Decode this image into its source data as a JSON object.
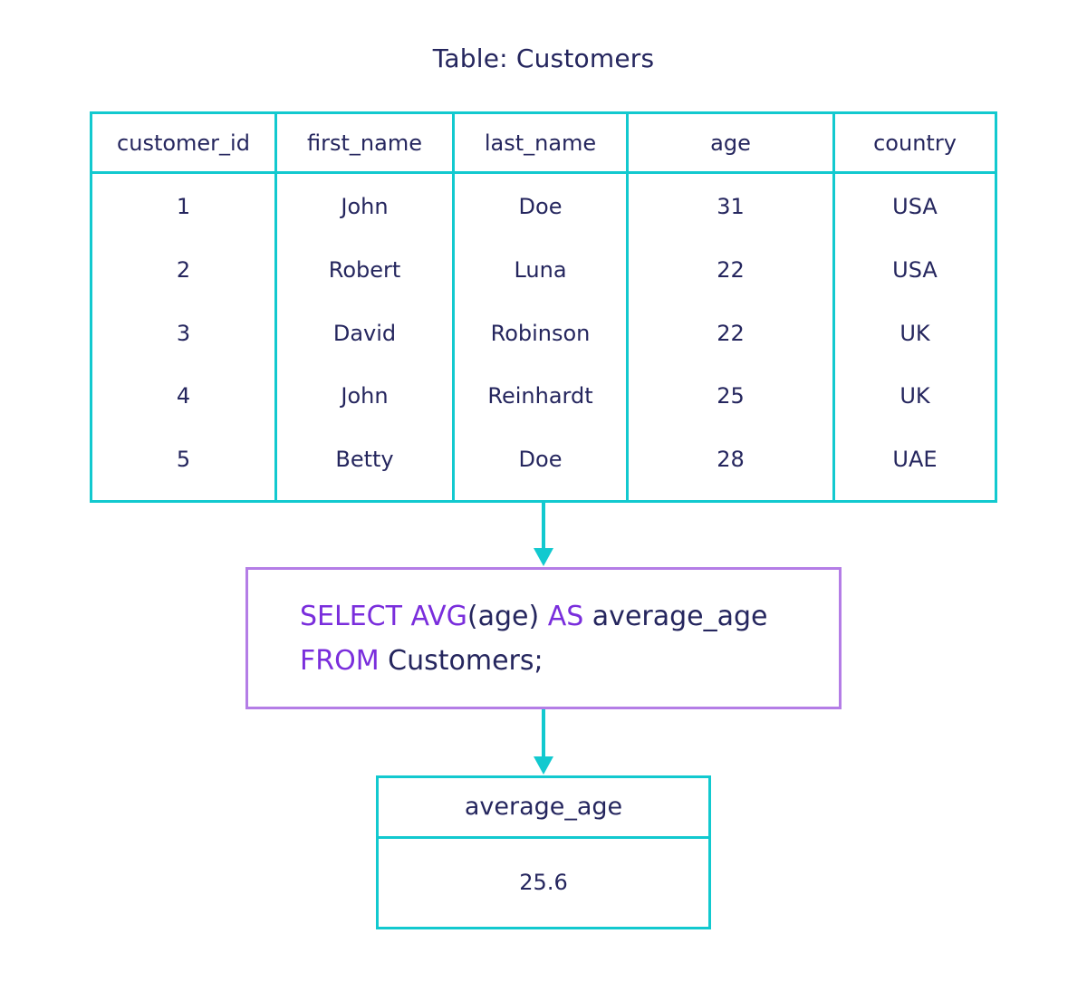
{
  "title": "Table: Customers",
  "table": {
    "columns": [
      "customer_id",
      "first_name",
      "last_name",
      "age",
      "country"
    ],
    "rows": [
      [
        "1",
        "John",
        "Doe",
        "31",
        "USA"
      ],
      [
        "2",
        "Robert",
        "Luna",
        "22",
        "USA"
      ],
      [
        "3",
        "David",
        "Robinson",
        "22",
        "UK"
      ],
      [
        "4",
        "John",
        "Reinhardt",
        "25",
        "UK"
      ],
      [
        "5",
        "Betty",
        "Doe",
        "28",
        "UAE"
      ]
    ]
  },
  "query": {
    "line1_kw": "SELECT AVG",
    "line1_mid": "(age) ",
    "line1_kw2": "AS",
    "line1_rest": " average_age",
    "line2_kw": "FROM",
    "line2_rest": " Customers;"
  },
  "result": {
    "header": "average_age",
    "value": "25.6"
  },
  "colors": {
    "table_border": "#12c9cf",
    "query_border": "#b47de6",
    "keyword": "#7a2edc",
    "text": "#25265e"
  }
}
